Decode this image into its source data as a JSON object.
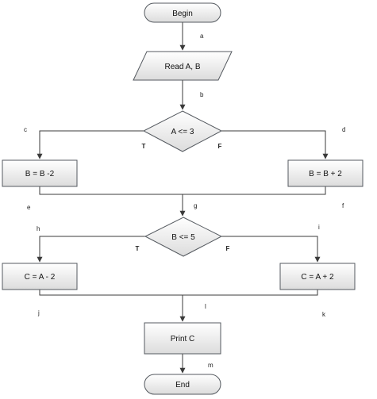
{
  "nodes": {
    "begin": "Begin",
    "read": "Read A, B",
    "cond1": "A <= 3",
    "b_minus": "B = B -2",
    "b_plus": "B = B + 2",
    "cond2": "B <= 5",
    "c_minus": "C = A - 2",
    "c_plus": "C = A + 2",
    "print": "Print C",
    "end": "End"
  },
  "branches": {
    "cond1_true": "T",
    "cond1_false": "F",
    "cond2_true": "T",
    "cond2_false": "F"
  },
  "edges": {
    "a": "a",
    "b": "b",
    "c": "c",
    "d": "d",
    "e": "e",
    "f": "f",
    "g": "g",
    "h": "h",
    "i": "i",
    "j": "j",
    "k": "k",
    "l": "l",
    "m": "m"
  }
}
